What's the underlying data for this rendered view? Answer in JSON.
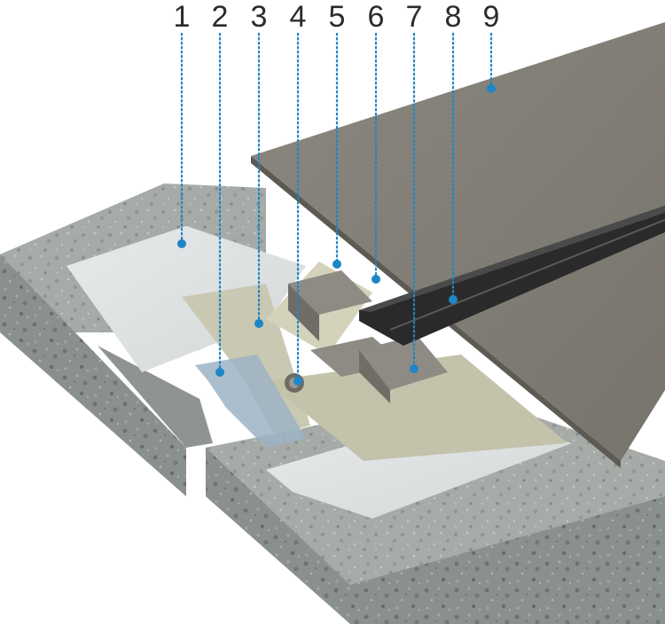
{
  "diagram": {
    "labels": [
      "1",
      "2",
      "3",
      "4",
      "5",
      "6",
      "7",
      "8",
      "9"
    ],
    "leader_color": "#1f86c6",
    "dot_color": "#1f86c6"
  }
}
